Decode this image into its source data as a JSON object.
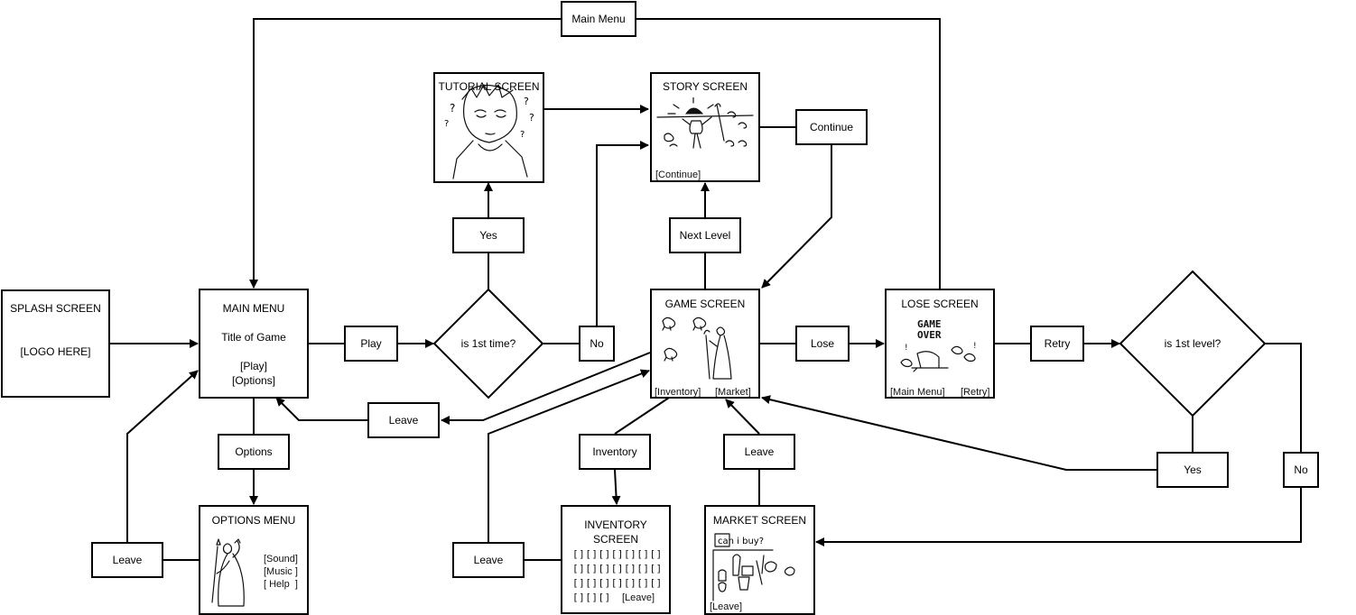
{
  "splash": {
    "title": "SPLASH SCREEN",
    "body": "[LOGO HERE]"
  },
  "main_menu": {
    "title": "MAIN MENU",
    "line1": "Title of Game",
    "line2": "[Play]",
    "line3": "[Options]"
  },
  "options_menu": {
    "title": "OPTIONS MENU",
    "sound": "[Sound]",
    "music": "[Music ]",
    "help": "[ Help  ]"
  },
  "tutorial": {
    "title": "TUTORIAL SCREEN"
  },
  "story": {
    "title": "STORY SCREEN",
    "continue": "[Continue]"
  },
  "game": {
    "title": "GAME SCREEN",
    "inventory": "[Inventory]",
    "market": "[Market]"
  },
  "inventory_screen": {
    "title_line1": "INVENTORY",
    "title_line2": "SCREEN",
    "row1": "[][][][][][][]",
    "row2": "[][][][][][][]",
    "row3": "[][][][][][][]",
    "row4": "[][][]",
    "leave": "[Leave]"
  },
  "market_screen": {
    "title": "MARKET SCREEN",
    "leave": "[Leave]",
    "bubble": "can i buy?"
  },
  "lose_screen": {
    "title": "LOSE SCREEN",
    "art_line1": "GAME",
    "art_line2": "OVER",
    "main_menu": "[Main Menu]",
    "retry": "[Retry]"
  },
  "decisions": {
    "first_time": "is 1st time?",
    "first_level": "is 1st level?"
  },
  "edges": {
    "main_menu_top": "Main Menu",
    "play": "Play",
    "yes_tutorial": "Yes",
    "no_story": "No",
    "continue": "Continue",
    "next_level": "Next Level",
    "lose": "Lose",
    "retry": "Retry",
    "leave_game": "Leave",
    "options": "Options",
    "leave_options": "Leave",
    "inventory": "Inventory",
    "leave_market": "Leave",
    "leave_inventory": "Leave",
    "yes_level": "Yes",
    "no_level": "No"
  }
}
